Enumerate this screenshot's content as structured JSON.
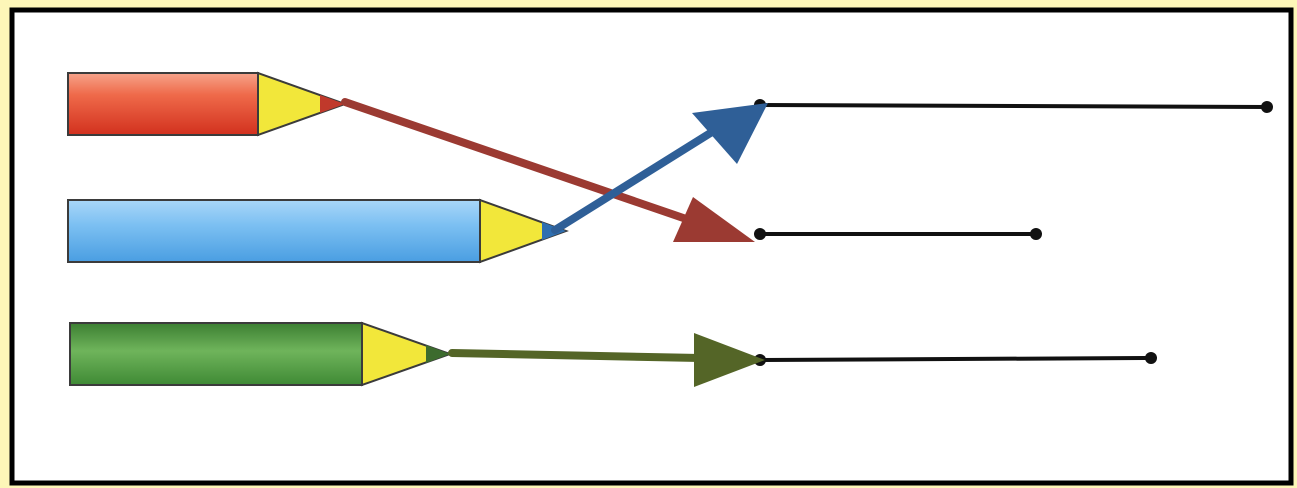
{
  "frame": {
    "background_color": "#fdf6b8",
    "panel_color": "#ffffff",
    "border_color": "#000000"
  },
  "pencils": [
    {
      "name": "red-pencil",
      "color": "#e2432b",
      "tip_color": "#f2e73a"
    },
    {
      "name": "blue-pencil",
      "color": "#66b4ee",
      "tip_color": "#f2e73a"
    },
    {
      "name": "green-pencil",
      "color": "#4c9a3e",
      "tip_color": "#f2e73a"
    }
  ],
  "segments": [
    {
      "name": "long-segment",
      "color": "#111111"
    },
    {
      "name": "short-segment",
      "color": "#111111"
    },
    {
      "name": "medium-segment",
      "color": "#111111"
    }
  ],
  "arrows": [
    {
      "name": "red-arrow",
      "from": "red-pencil",
      "to": "short-segment",
      "color": "#9b3a32"
    },
    {
      "name": "blue-arrow",
      "from": "blue-pencil",
      "to": "long-segment",
      "color": "#2f5f97"
    },
    {
      "name": "green-arrow",
      "from": "green-pencil",
      "to": "medium-segment",
      "color": "#546527"
    }
  ]
}
